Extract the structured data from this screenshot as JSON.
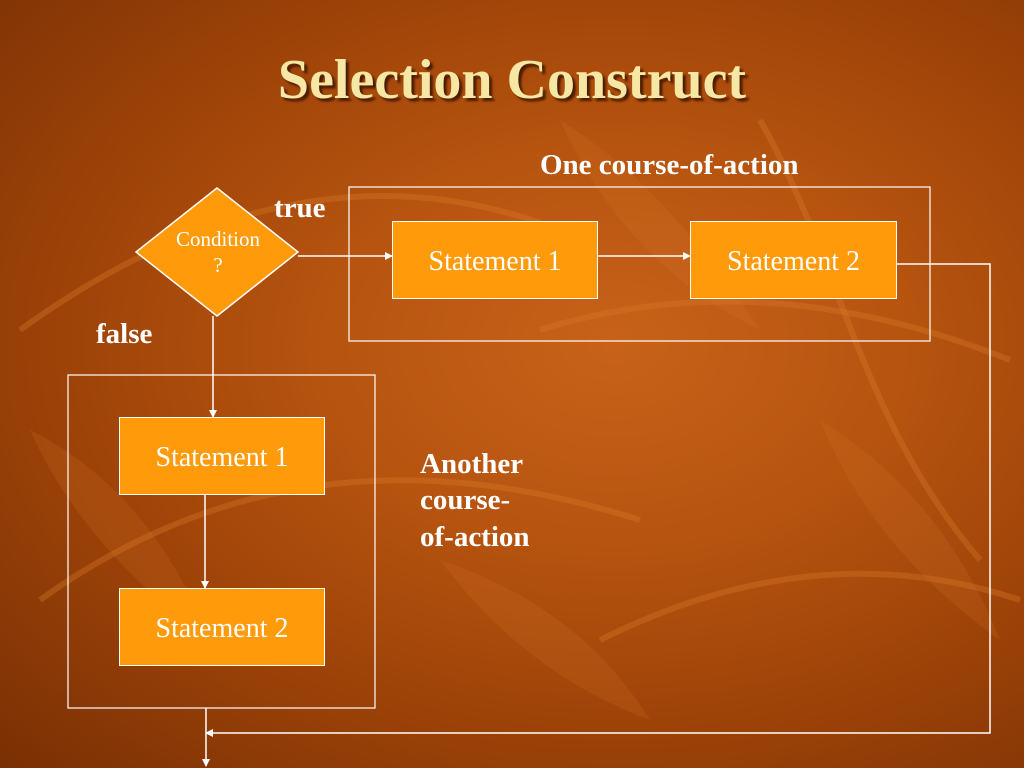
{
  "slide": {
    "title": "Selection Construct"
  },
  "diagram": {
    "condition": {
      "line1": "Condition",
      "line2": "?"
    },
    "true_label": "true",
    "false_label": "false",
    "one_course_label": "One course-of-action",
    "another_course_label": {
      "line1": "Another",
      "line2": "course-",
      "line3": "of-action"
    },
    "true_branch": {
      "statement1": "Statement 1",
      "statement2": "Statement 2"
    },
    "false_branch": {
      "statement1": "Statement 1",
      "statement2": "Statement 2"
    }
  },
  "colors": {
    "statement_fill": "#ff9a0a",
    "title_text": "#f7e7a4",
    "line": "#ffffff"
  }
}
